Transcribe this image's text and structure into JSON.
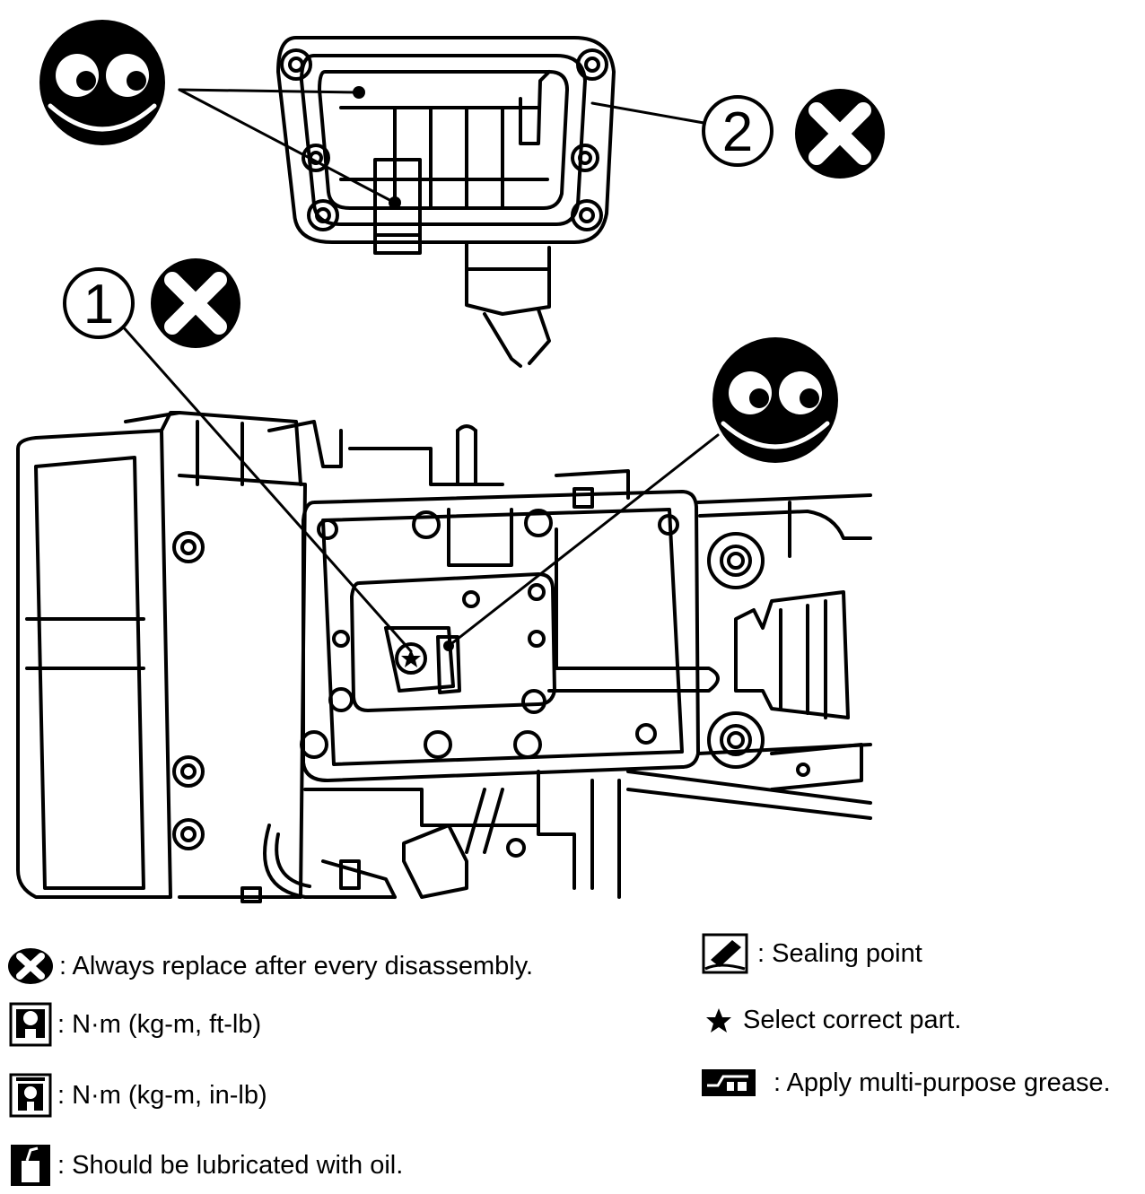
{
  "callouts": [
    {
      "number": "1",
      "symbol": "replace-mark"
    },
    {
      "number": "2",
      "symbol": "replace-mark"
    },
    {
      "number": "",
      "symbol": "eyes-mark"
    },
    {
      "number": "",
      "symbol": "eyes-mark"
    }
  ],
  "legend": {
    "replace": {
      "icon": "x-circle-icon",
      "text": ": Always replace after every disassembly."
    },
    "torque_kgm_ftlb": {
      "icon": "torque-wrench-icon",
      "text": ": N·m (kg-m, ft-lb)"
    },
    "torque_kgm_inlb": {
      "icon": "torque-wrench-small-icon",
      "text": ": N·m (kg-m, in-lb)"
    },
    "lubricate_oil": {
      "icon": "oil-can-icon",
      "text": ": Should be lubricated with oil."
    },
    "sealing_point": {
      "icon": "sealant-tube-icon",
      "text": ": Sealing point"
    },
    "select_part": {
      "icon": "star-icon",
      "text": "Select correct part."
    },
    "grease": {
      "icon": "grease-gun-icon",
      "text": ": Apply multi-purpose grease."
    }
  }
}
